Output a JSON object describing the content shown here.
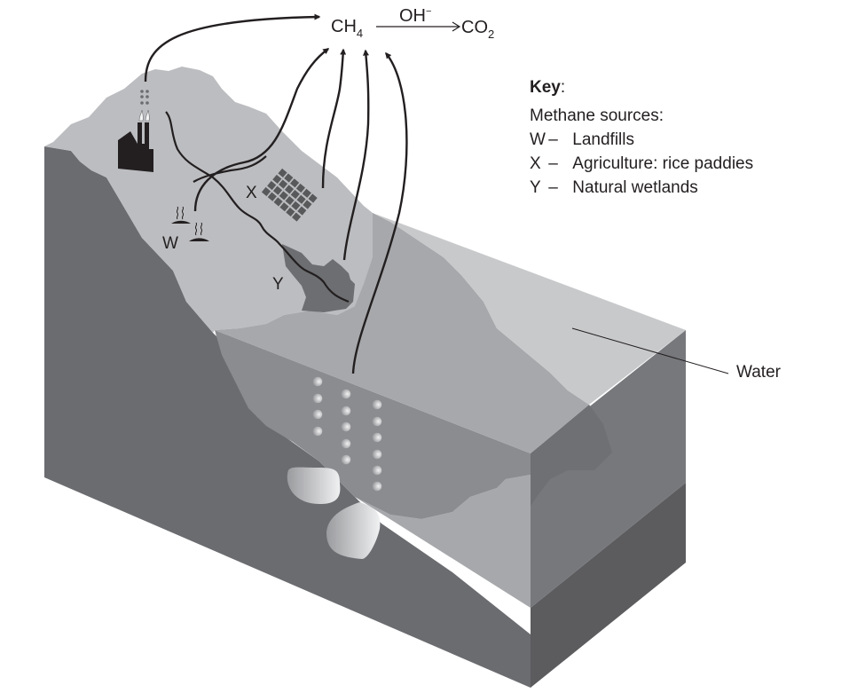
{
  "reaction": {
    "reactant": "CH",
    "reactant_subscript": "4",
    "catalyst": "OH",
    "catalyst_superscript": "−",
    "product": "CO",
    "product_subscript": "2"
  },
  "key": {
    "title": "Key",
    "title_suffix": ":",
    "subtitle": "Methane sources:",
    "items": [
      {
        "letter": "W",
        "dash": "–",
        "label": "Landfills"
      },
      {
        "letter": "X",
        "dash": "–",
        "label": "Agriculture: rice paddies"
      },
      {
        "letter": "Y",
        "dash": "–",
        "label": "Natural wetlands"
      }
    ]
  },
  "map_labels": {
    "w": "W",
    "x": "X",
    "y": "Y",
    "water": "Water"
  },
  "colors": {
    "land_top": "#bcbdc0",
    "land_side": "#6b6c70",
    "water_surface": "#c8c9cb",
    "water_mid": "#a7a8ab",
    "water_front": "#8b8c90",
    "block_right_upper": "#77787c",
    "block_right_lower": "#5c5c5f",
    "ink": "#231f20",
    "paddy": "#58595b",
    "wetland": "#6d6e71"
  }
}
